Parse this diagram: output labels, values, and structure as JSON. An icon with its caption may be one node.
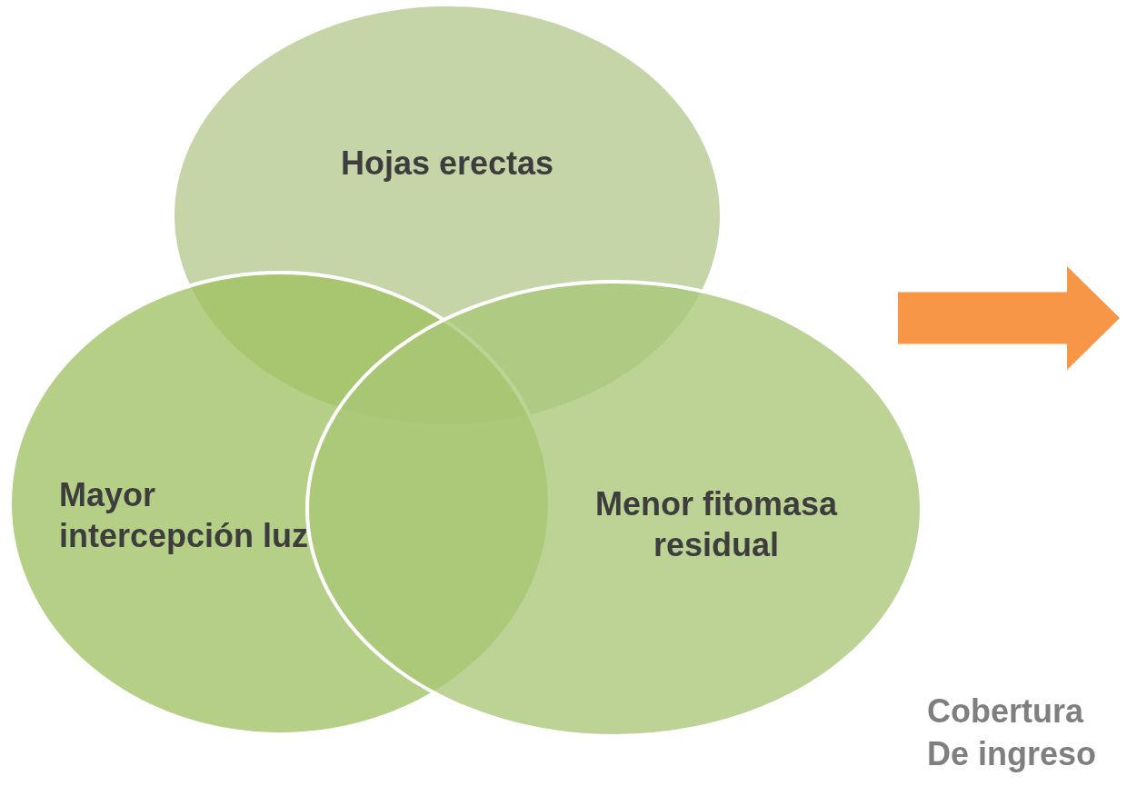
{
  "diagram": {
    "nodes": [
      {
        "text": [
          "Hojas erectas"
        ]
      },
      {
        "text": [
          "Mayor intercepción luz"
        ]
      },
      {
        "text": [
          "Menor fitomasa residual"
        ]
      },
      {
        "text": [],
        "shape": "arrow"
      }
    ],
    "labels": [
      "Cobertura De ingreso"
    ]
  }
}
